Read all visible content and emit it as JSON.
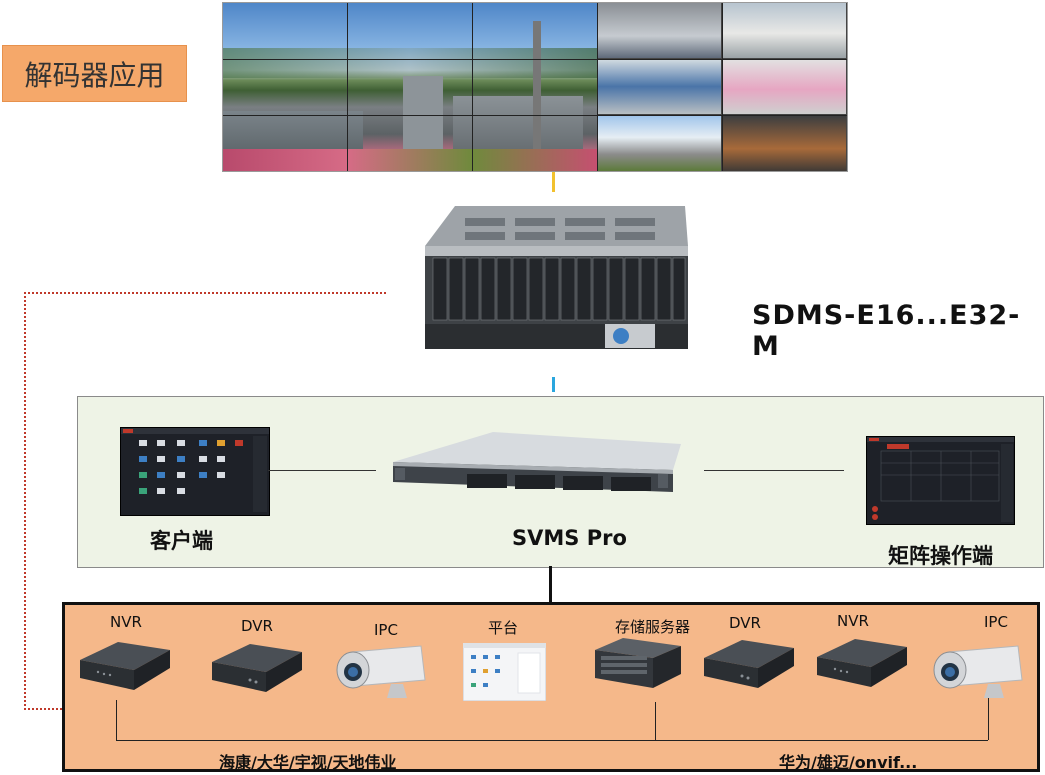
{
  "title": "解码器应用",
  "decoder": {
    "model": "SDMS-E16...E32-M"
  },
  "platform": {
    "client_label": "客户端",
    "server_label": "SVMS Pro",
    "matrix_label": "矩阵操作端"
  },
  "devices": {
    "left": [
      {
        "label": "NVR",
        "type": "nvr"
      },
      {
        "label": "DVR",
        "type": "dvr"
      },
      {
        "label": "IPC",
        "type": "ipc"
      },
      {
        "label": "平台",
        "type": "platform"
      }
    ],
    "right": [
      {
        "label": "存储服务器",
        "type": "storage"
      },
      {
        "label": "DVR",
        "type": "dvr"
      },
      {
        "label": "NVR",
        "type": "nvr"
      },
      {
        "label": "IPC",
        "type": "ipc"
      }
    ],
    "brands_left": "海康/大华/宇视/天地伟业",
    "brands_right": "华为/雄迈/onvif..."
  },
  "colors": {
    "title_bg": "#f5a86a",
    "platform_bg": "#eef3e6",
    "devices_bg": "#f5b88a",
    "dotted_line": "#c0392b",
    "connector_top": "#f2c12e",
    "connector_mid": "#2aa6de"
  }
}
